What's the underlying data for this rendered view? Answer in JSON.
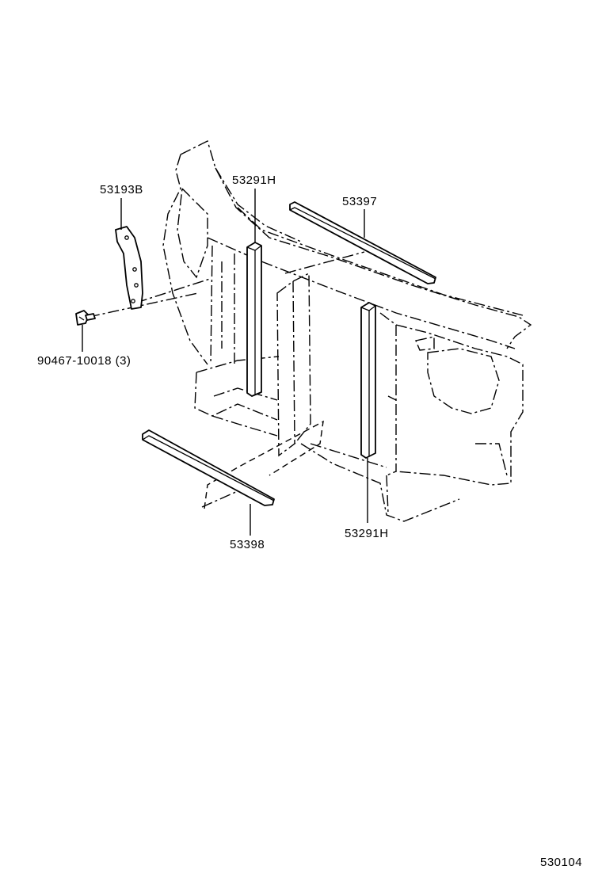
{
  "labels": {
    "retainer_bracket": "53193B",
    "bolt": "90467-10018 (3)",
    "seal_upper_left": "53291H",
    "seal_upper_top": "53397",
    "seal_lower": "53398",
    "seal_lower_right": "53291H"
  },
  "diagram_code": "530104"
}
